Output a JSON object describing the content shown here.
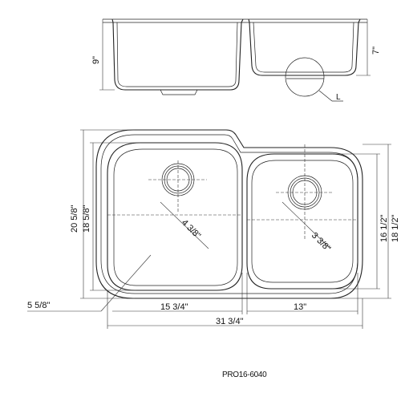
{
  "drawing": {
    "model_number": "PRO16-6040",
    "side_view": {
      "left_depth": "9\"",
      "right_depth": "7\"",
      "detail_callout": "L"
    },
    "top_view": {
      "overall_height": "20 5/8\"",
      "left_bowl_height": "18 5/8\"",
      "right_bowl_height_inner": "16 1/2\"",
      "right_bowl_height_outer": "18 1/2\"",
      "left_bowl_diagonal": "4 3/8\"",
      "right_bowl_diagonal": "3 3/8\"",
      "drain_offset": "5 5/8\"",
      "left_bowl_width": "15 3/4\"",
      "right_bowl_width": "13\"",
      "overall_width": "31 3/4\""
    }
  }
}
